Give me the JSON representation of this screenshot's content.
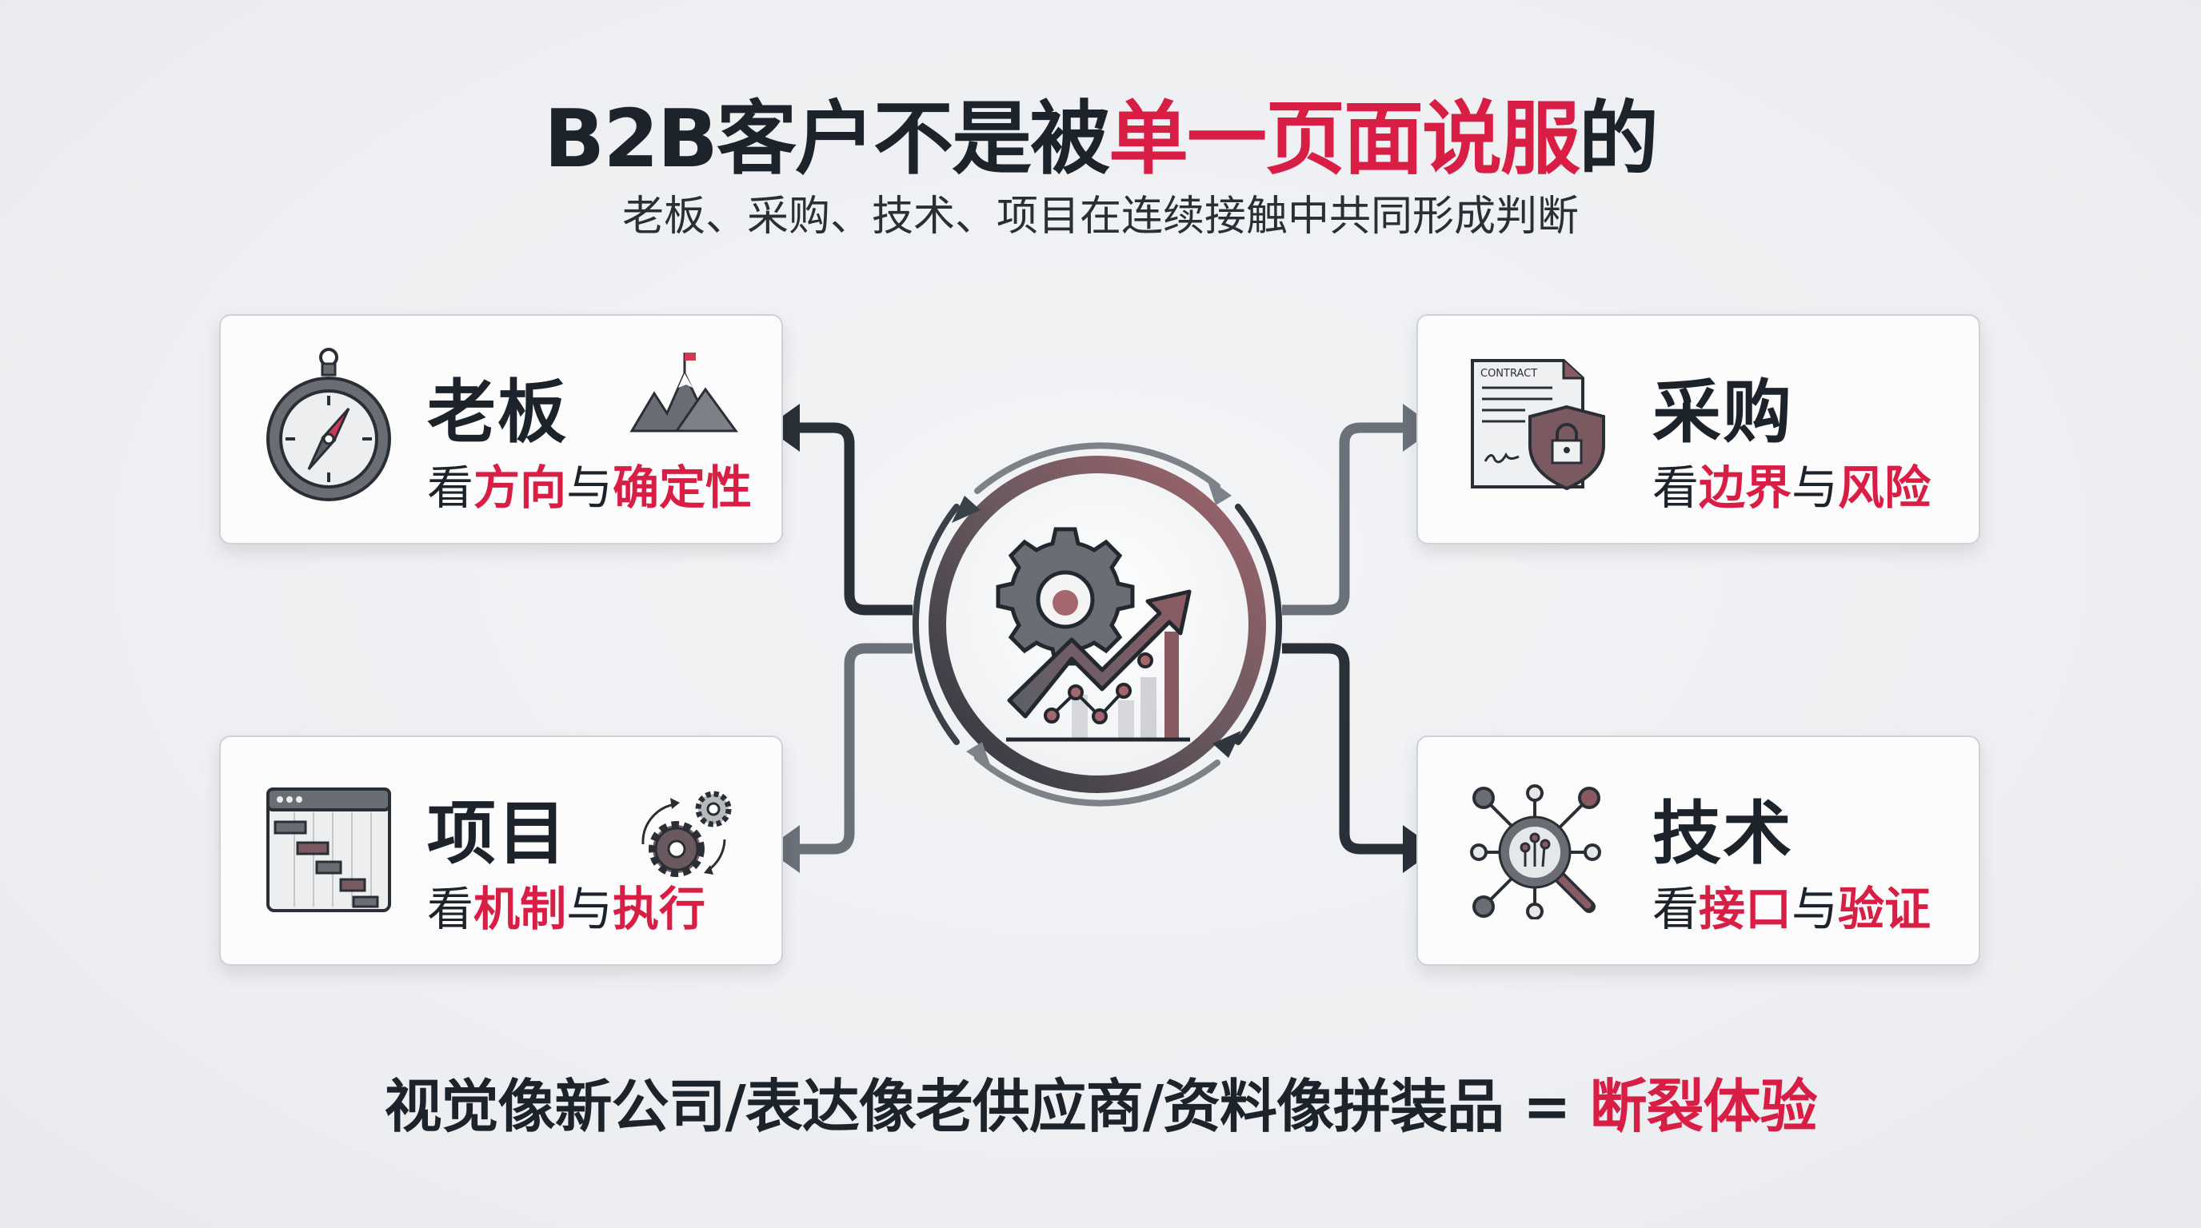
{
  "header": {
    "title_prefix": "B2B客户不是被",
    "title_highlight": "单一页面说服",
    "title_suffix": "的",
    "subtitle": "老板、采购、技术、项目在连续接触中共同形成判断"
  },
  "roles": [
    {
      "name": "老板",
      "lead": "看",
      "em1": "方向",
      "mid": "与",
      "em2": "确定性",
      "icon": "compass-icon",
      "extra_icon": "mountain-flag-icon"
    },
    {
      "name": "采购",
      "lead": "看",
      "em1": "边界",
      "mid": "与",
      "em2": "风险",
      "icon": "contract-shield-icon",
      "icon_text": "CONTRACT"
    },
    {
      "name": "项目",
      "lead": "看",
      "em1": "机制",
      "mid": "与",
      "em2": "执行",
      "icon": "gantt-chart-icon",
      "extra_icon": "gears-cycle-icon"
    },
    {
      "name": "技术",
      "lead": "看",
      "em1": "接口",
      "mid": "与",
      "em2": "验证",
      "icon": "network-magnifier-icon"
    }
  ],
  "center": {
    "icon": "gear-growth-chart-icon"
  },
  "footer": {
    "statement": "视觉像新公司/表达像老供应商/资料像拼装品 = ",
    "conclusion": "断裂体验"
  },
  "colors": {
    "accent": "#d81e44",
    "text": "#1c232b",
    "dark": "#2a3038",
    "gray": "#6b7178",
    "mauve": "#8a5a62"
  }
}
